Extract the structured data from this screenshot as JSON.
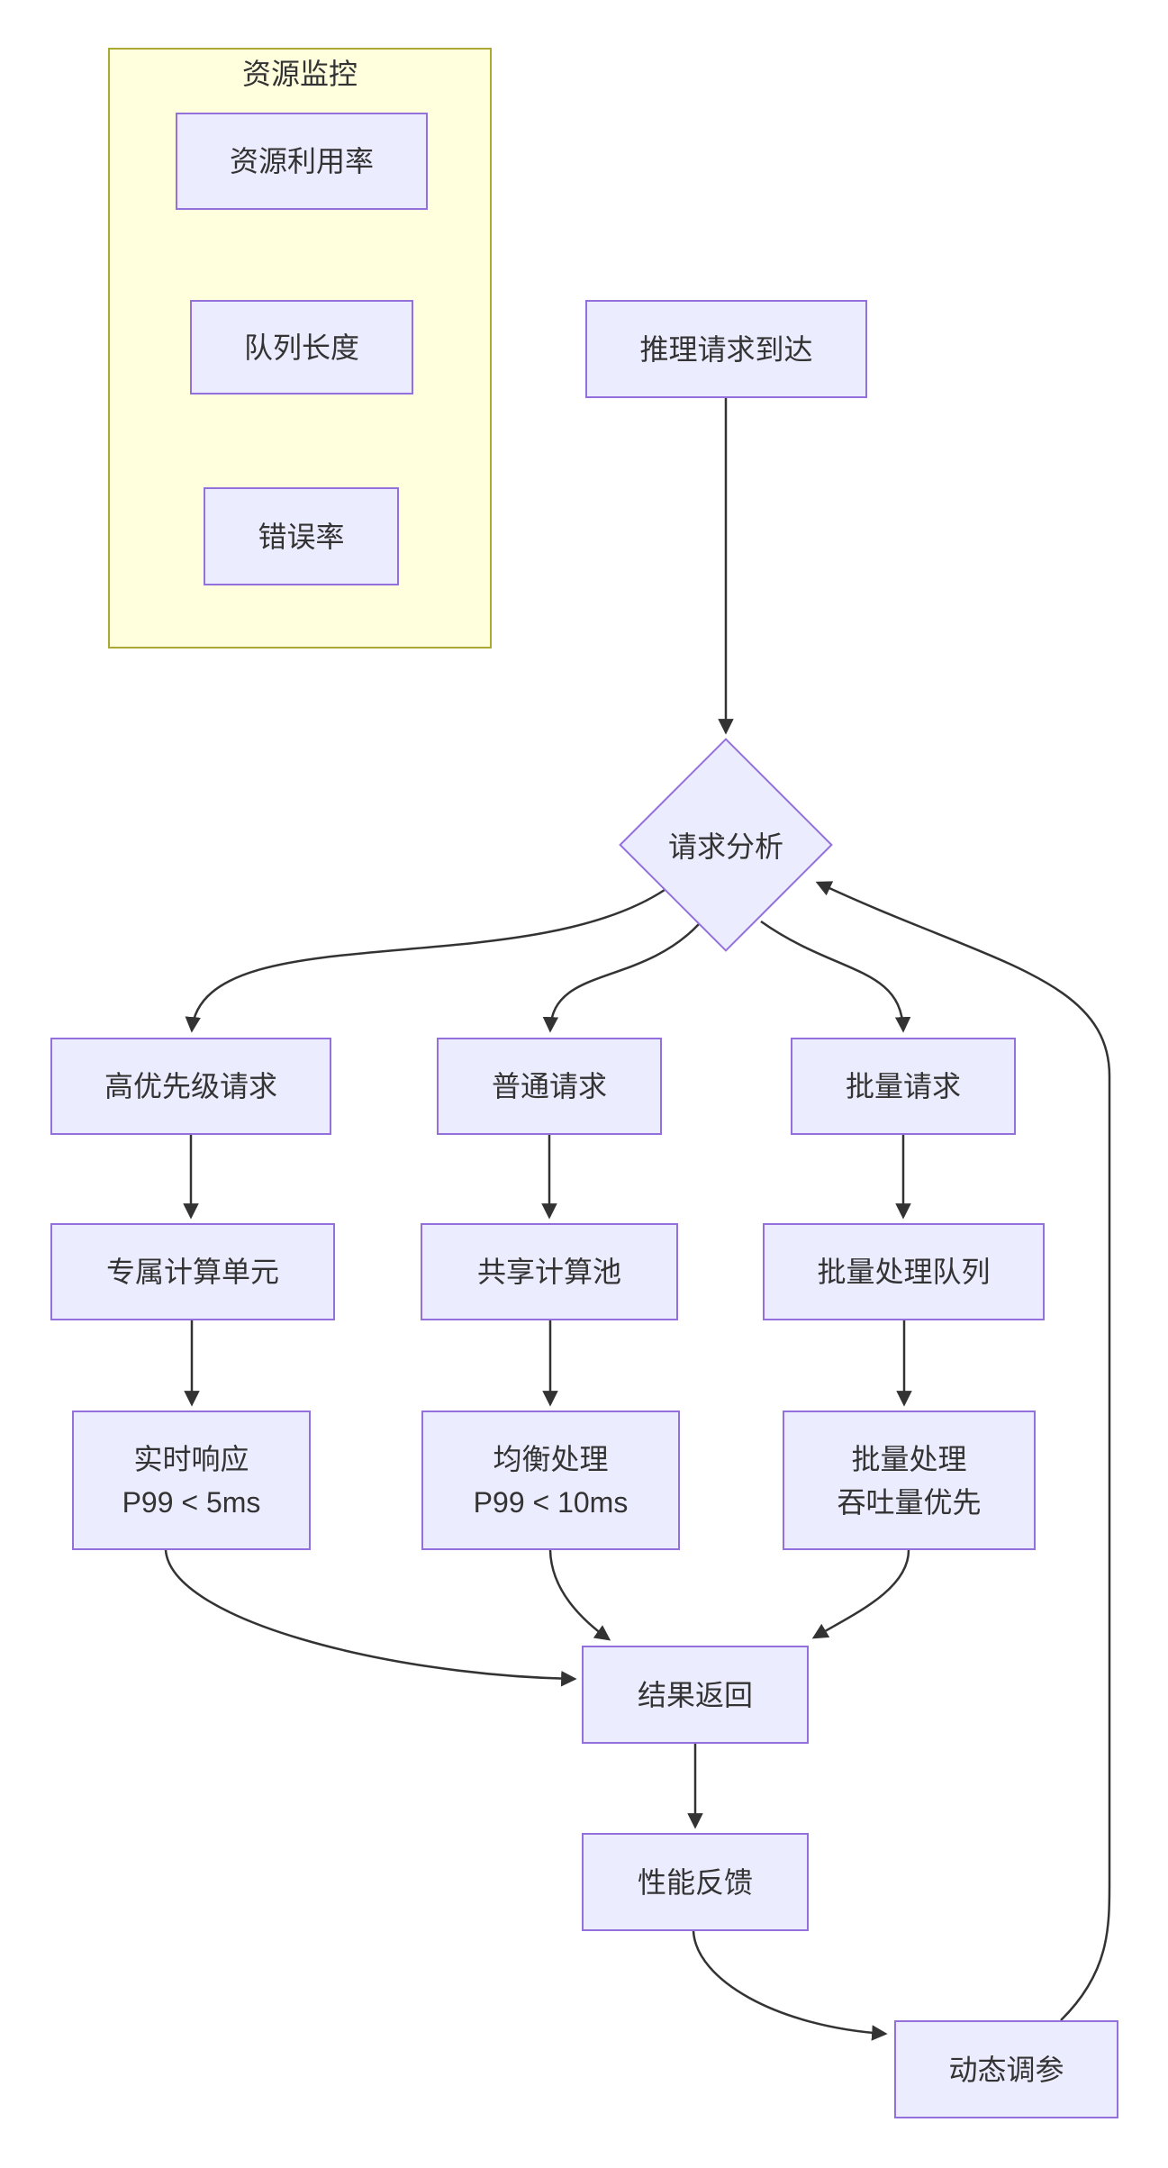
{
  "diagram": {
    "type": "flowchart",
    "background": "#ffffff",
    "colors": {
      "node_fill": "#ECECFF",
      "node_border": "#9370DB",
      "subgraph_fill": "#FFFFDE",
      "subgraph_border": "#AAAA33",
      "edge": "#333333",
      "text": "#333333"
    },
    "subgraph": {
      "title": "资源监控",
      "nodes": {
        "utilization": {
          "label": "资源利用率"
        },
        "queue_length": {
          "label": "队列长度"
        },
        "error_rate": {
          "label": "错误率"
        }
      }
    },
    "nodes": {
      "start": {
        "label": "推理请求到达"
      },
      "analyze": {
        "label": "请求分析"
      },
      "high_priority": {
        "label": "高优先级请求"
      },
      "normal_request": {
        "label": "普通请求"
      },
      "batch_request": {
        "label": "批量请求"
      },
      "dedicated_unit": {
        "label": "专属计算单元"
      },
      "shared_pool": {
        "label": "共享计算池"
      },
      "batch_queue": {
        "label": "批量处理队列"
      },
      "realtime": {
        "line1": "实时响应",
        "line2": "P99 < 5ms"
      },
      "balanced": {
        "line1": "均衡处理",
        "line2": "P99 < 10ms"
      },
      "throughput": {
        "line1": "批量处理",
        "line2": "吞吐量优先"
      },
      "result": {
        "label": "结果返回"
      },
      "perf_feedback": {
        "label": "性能反馈"
      },
      "tuning": {
        "label": "动态调参"
      }
    },
    "edges": [
      {
        "from": "start",
        "to": "analyze"
      },
      {
        "from": "analyze",
        "to": "high_priority"
      },
      {
        "from": "analyze",
        "to": "normal_request"
      },
      {
        "from": "analyze",
        "to": "batch_request"
      },
      {
        "from": "high_priority",
        "to": "dedicated_unit"
      },
      {
        "from": "normal_request",
        "to": "shared_pool"
      },
      {
        "from": "batch_request",
        "to": "batch_queue"
      },
      {
        "from": "dedicated_unit",
        "to": "realtime"
      },
      {
        "from": "shared_pool",
        "to": "balanced"
      },
      {
        "from": "batch_queue",
        "to": "throughput"
      },
      {
        "from": "realtime",
        "to": "result"
      },
      {
        "from": "balanced",
        "to": "result"
      },
      {
        "from": "throughput",
        "to": "result"
      },
      {
        "from": "result",
        "to": "perf_feedback"
      },
      {
        "from": "perf_feedback",
        "to": "tuning"
      },
      {
        "from": "tuning",
        "to": "analyze"
      }
    ]
  }
}
